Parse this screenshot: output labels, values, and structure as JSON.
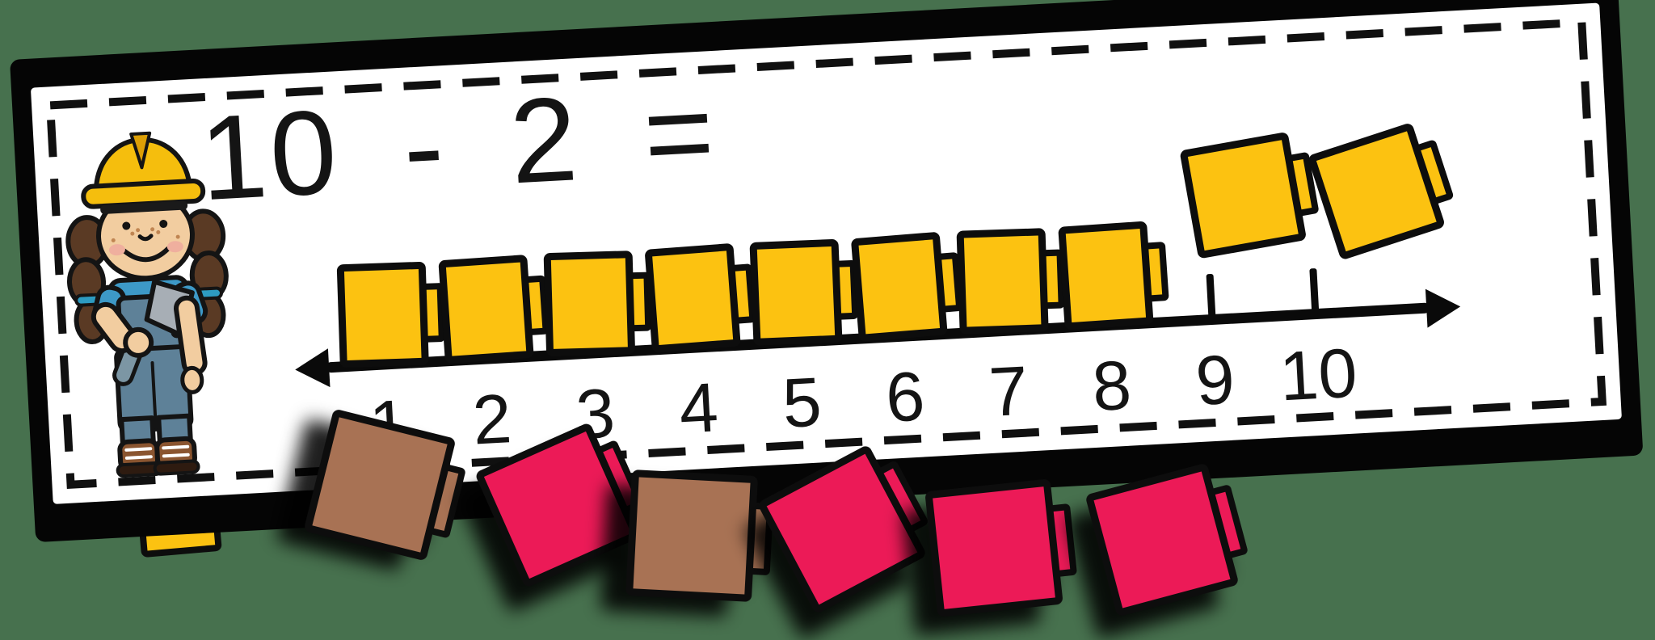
{
  "scene": {
    "description": "Subtraction number-line activity card with snap counting cubes",
    "background_color": "#47714E"
  },
  "card": {
    "equation": "10 - 2 =",
    "clipart": "construction-girl",
    "number_line": {
      "min": 1,
      "max": 10,
      "labels": [
        "1",
        "2",
        "3",
        "4",
        "5",
        "6",
        "7",
        "8",
        "9",
        "10"
      ]
    }
  },
  "cubes": {
    "outline_color": "#0D0D0D",
    "colors": {
      "yellow": "#FCC211",
      "pink": "#EC1A57",
      "brown": "#A87254"
    },
    "train_on_line": {
      "color": "yellow",
      "count": 8
    },
    "loose_on_card": {
      "color": "yellow",
      "count": 2
    },
    "scattered_below": {
      "count": 6,
      "colors": [
        "brown",
        "pink",
        "brown",
        "pink",
        "pink",
        "pink"
      ]
    },
    "peeking_under_card": {
      "count": 1,
      "colors": [
        "yellow"
      ]
    }
  }
}
